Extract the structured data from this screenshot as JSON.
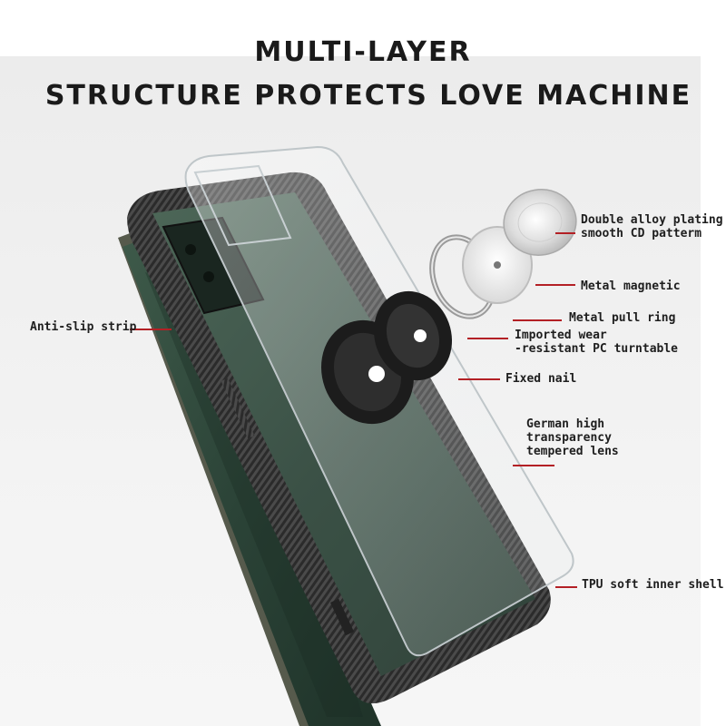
{
  "headline": {
    "line1": "MULTI-LAYER",
    "line2": "STRUCTURE PROTECTS LOVE MACHINE"
  },
  "callouts": {
    "double_alloy": [
      "Double alloy plating",
      "smooth CD patterm"
    ],
    "metal_magnetic": "Metal magnetic",
    "metal_pull_ring": "Metal pull ring",
    "turntable": [
      "Imported wear",
      "-resistant PC turntable"
    ],
    "fixed_nail": "Fixed nail",
    "lens": [
      "German high",
      "transparency",
      "tempered lens"
    ],
    "tpu_shell": "TPU soft inner shell",
    "anti_slip": "Anti-slip strip"
  },
  "colors": {
    "accent_leader": "#b32025",
    "phone_green": "#2f4a3c",
    "case_black": "#2a2a2a"
  }
}
